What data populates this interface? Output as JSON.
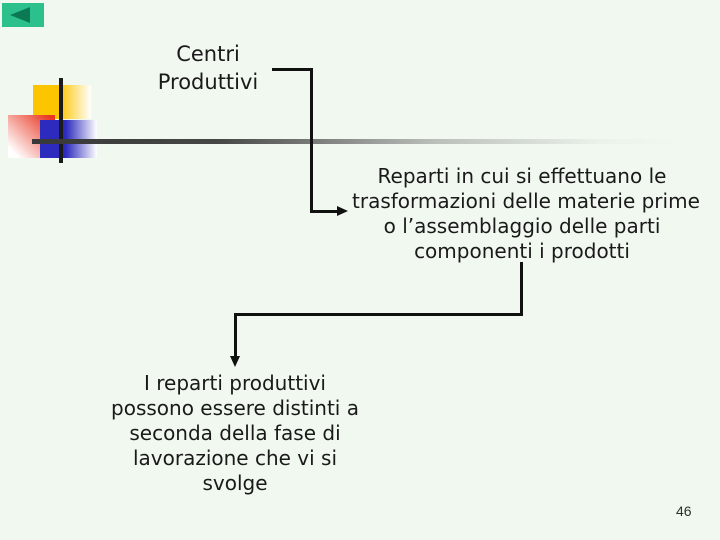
{
  "colors": {
    "background": "#F0F8EF",
    "back_button": "#2CC08D",
    "back_arrow": "#0B7A54",
    "decor_yellow": "#FDC500",
    "decor_red": "#E93723",
    "decor_blue": "#2C2BBD",
    "divider_line": "#383838",
    "connector_line": "#111111",
    "text": "#1A1A1A"
  },
  "nav": {
    "back_button_icon": "left-triangle-back-arrow"
  },
  "slide": {
    "title": "Centri\nProduttivi",
    "box_reparti": "Reparti in cui si effettuano le\ntrasformazioni delle materie prime\no l’assemblaggio delle parti\ncomponenti i prodotti",
    "box_distinzione": "I reparti produttivi\npossono essere distinti a\nseconda della fase di\nlavorazione che vi si\nsvolge",
    "page_number": "46"
  }
}
